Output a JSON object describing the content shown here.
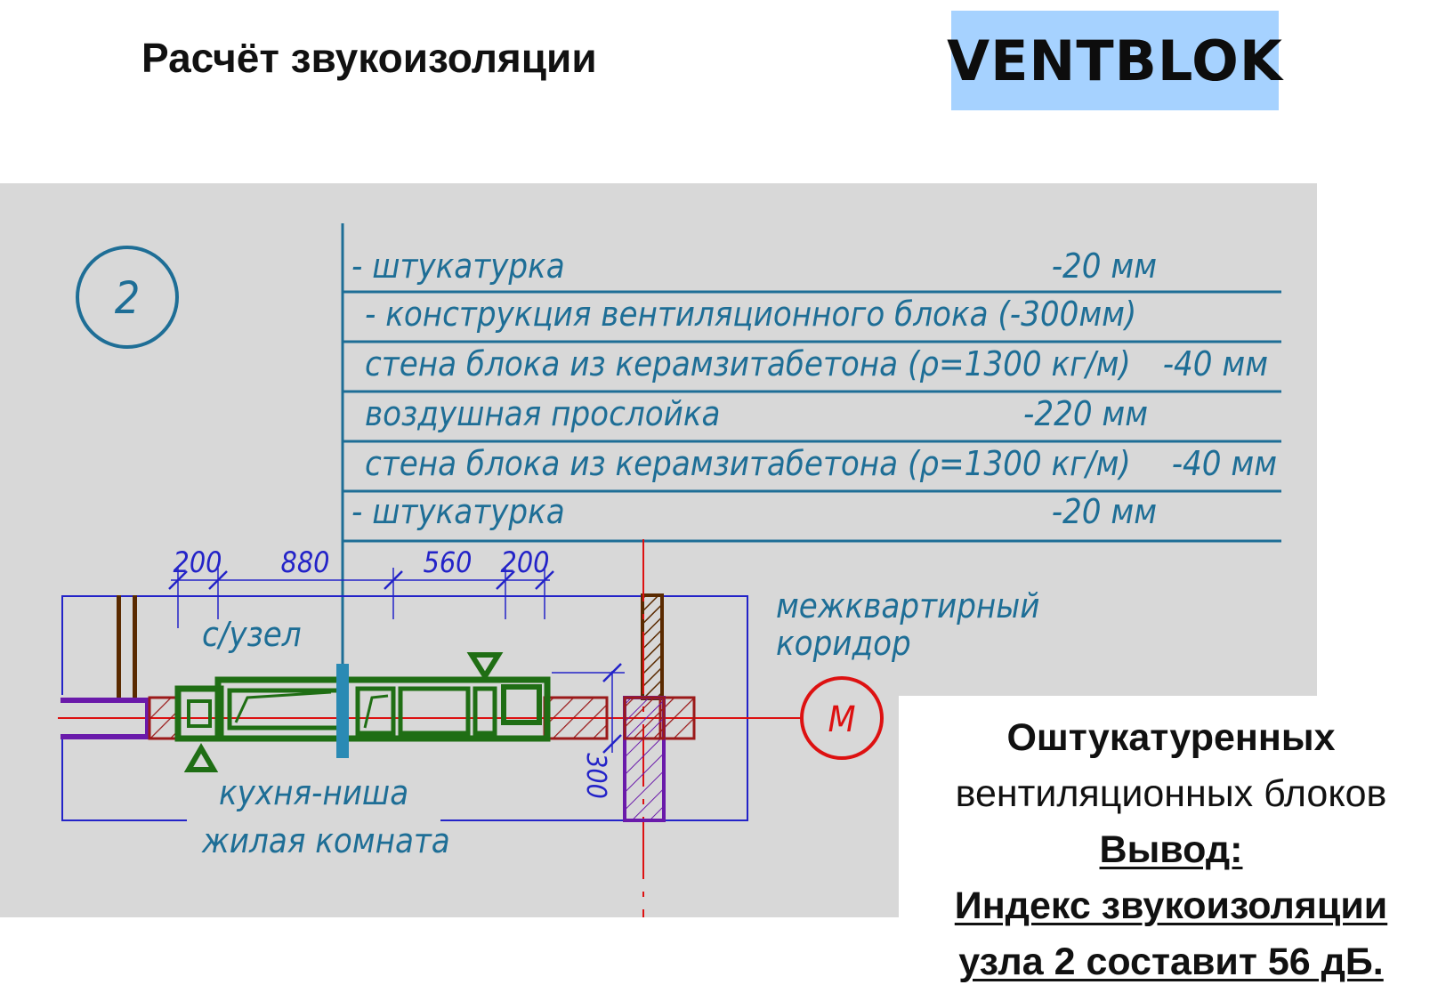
{
  "header": {
    "title": "Расчёт звукоизоляции",
    "logo": "VENTBLOK",
    "logo_bg": "#a6d2ff"
  },
  "drawing": {
    "node_number": "2",
    "marker_label": "M",
    "layers": [
      {
        "label": "- штукатурка",
        "value": "-20 мм"
      },
      {
        "label": "- конструкция вентиляционного блока  (-300мм)",
        "value": ""
      },
      {
        "label": "стена блока из керамзитабетона (ρ=1300 кг/м)",
        "value": "-40 мм"
      },
      {
        "label": "воздушная прослойка",
        "value": "-220 мм"
      },
      {
        "label": "стена блока из керамзитабетона (ρ=1300 кг/м)",
        "value": "-40 мм"
      },
      {
        "label": "- штукатурка",
        "value": "-20 мм"
      }
    ],
    "dimensions": {
      "d1": "200",
      "d2": "880",
      "d3": "560",
      "d4": "200",
      "vertical": "300"
    },
    "rooms": {
      "bathroom": "с/узел",
      "corridor_1": "межквартирный",
      "corridor_2": "коридор",
      "kitchen": "кухня-ниша",
      "living": "жилая комната"
    },
    "colors": {
      "annotation_blue": "#1e6e96",
      "outline_blue": "#2323c8",
      "block_green": "#1f6e14",
      "axis_red": "#dd1111",
      "wall_brown": "#5a2a00",
      "purple": "#6a1aaa",
      "hatch_red": "#9b1a1a",
      "cyan": "#2a8ab4"
    }
  },
  "conclusion": {
    "line1": "Оштукатуренных",
    "line2": "вентиляционных блоков",
    "line3": "Вывод: ",
    "line4": "Индекс звукоизоляции ",
    "line5": "узла 2 составит 56 дБ."
  }
}
